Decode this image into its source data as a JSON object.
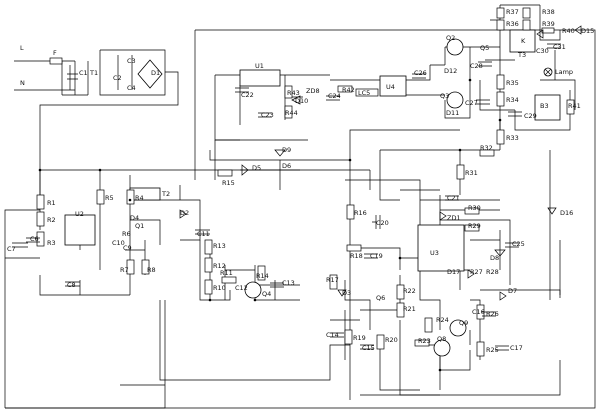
{
  "diagram": {
    "inputs": {
      "line": "L",
      "neutral": "N"
    },
    "labels": {
      "F": "F",
      "C1": "C1",
      "T1": "T1",
      "C2": "C2",
      "C3": "C3",
      "C4": "C4",
      "D1": "D1",
      "U1": "U1",
      "C22": "C22",
      "R43": "R43",
      "D10": "D10",
      "ZD8": "ZD8",
      "R42": "R42",
      "C24": "C24",
      "LC5": "LC5",
      "C23": "C23",
      "R44": "R44",
      "U4": "U4",
      "C26": "C26",
      "Q2": "Q2",
      "Q3": "Q3",
      "D12": "D12",
      "D11": "D11",
      "C28": "C28",
      "C27": "C27",
      "Q5": "Q5",
      "C30": "C30",
      "C31": "C31",
      "T3": "T3",
      "R37": "R37",
      "R36": "R36",
      "R38": "R38",
      "R39": "R39",
      "R40": "R40",
      "D15": "D15",
      "K": "K",
      "Lamp": "Lamp",
      "R35": "R35",
      "R34": "R34",
      "B3": "B3",
      "C29": "C29",
      "R41": "R41",
      "R33": "R33",
      "D9": "D9",
      "D5": "D5",
      "D6": "D6",
      "R15": "R15",
      "R32": "R32",
      "R31": "R31",
      "R1": "R1",
      "R2": "R2",
      "R3": "R3",
      "C6": "C6",
      "C7": "C7",
      "U2": "U2",
      "R5": "R5",
      "R4": "R4",
      "T2": "T2",
      "D2": "D2",
      "D4": "D4",
      "R6": "R6",
      "Q1": "Q1",
      "C10": "C10",
      "C9": "C9",
      "C11": "C11",
      "C8": "C8",
      "R7": "R7",
      "R8": "R8",
      "R16": "R16",
      "C21": "C21",
      "ZD1": "ZD1",
      "R30": "R30",
      "C20": "C20",
      "R29": "R29",
      "C25": "C25",
      "R18": "R18",
      "C19": "C19",
      "U3": "U3",
      "D8": "D8",
      "D16": "D16",
      "R13": "R13",
      "R12": "R12",
      "R11": "R11",
      "R10": "R10",
      "C12": "C12",
      "Q4": "Q4",
      "R14": "R14",
      "C13": "C13",
      "R17": "R17",
      "D3": "D3",
      "D17": "D17",
      "R27": "R27",
      "R28": "R28",
      "R22": "R22",
      "Q6": "Q6",
      "R21": "R21",
      "D7": "D7",
      "C16": "C16",
      "R26": "R26",
      "Q9": "Q9",
      "C14": "C14",
      "R19": "R19",
      "C15": "C15",
      "R20": "R20",
      "R24": "R24",
      "Q8": "Q8",
      "R23": "R23",
      "R25": "R25",
      "C17": "C17"
    }
  }
}
